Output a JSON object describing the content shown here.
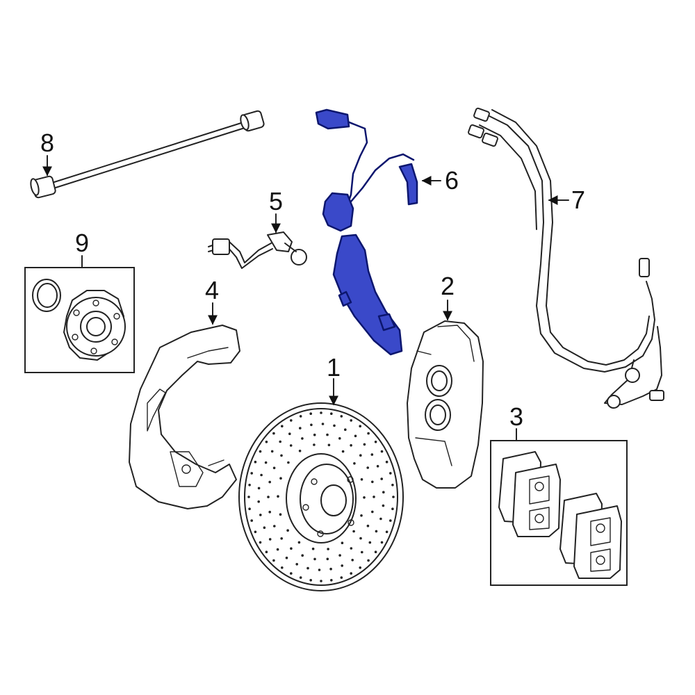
{
  "diagram": {
    "highlight_color": "#3a49c9",
    "callouts": [
      {
        "id": "1",
        "label": "1"
      },
      {
        "id": "2",
        "label": "2"
      },
      {
        "id": "3",
        "label": "3"
      },
      {
        "id": "4",
        "label": "4"
      },
      {
        "id": "5",
        "label": "5"
      },
      {
        "id": "6",
        "label": "6"
      },
      {
        "id": "7",
        "label": "7"
      },
      {
        "id": "8",
        "label": "8"
      },
      {
        "id": "9",
        "label": "9"
      }
    ]
  }
}
